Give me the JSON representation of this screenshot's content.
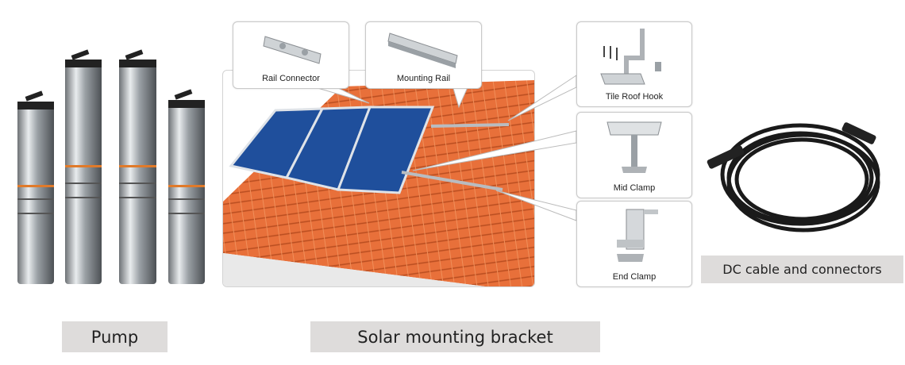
{
  "labels": {
    "pump": "Pump",
    "bracket": "Solar mounting bracket",
    "cable": "DC cable and connectors"
  },
  "callouts": {
    "rail_connector": "Rail Connector",
    "mounting_rail": "Mounting Rail",
    "tile_roof_hook": "Tile Roof Hook",
    "mid_clamp": "Mid Clamp",
    "end_clamp": "End Clamp"
  },
  "colors": {
    "label_bg": "#dedcdb",
    "roof": "#e8703a",
    "panel": "#1f4f9c",
    "steel": "#b9bcc0"
  }
}
